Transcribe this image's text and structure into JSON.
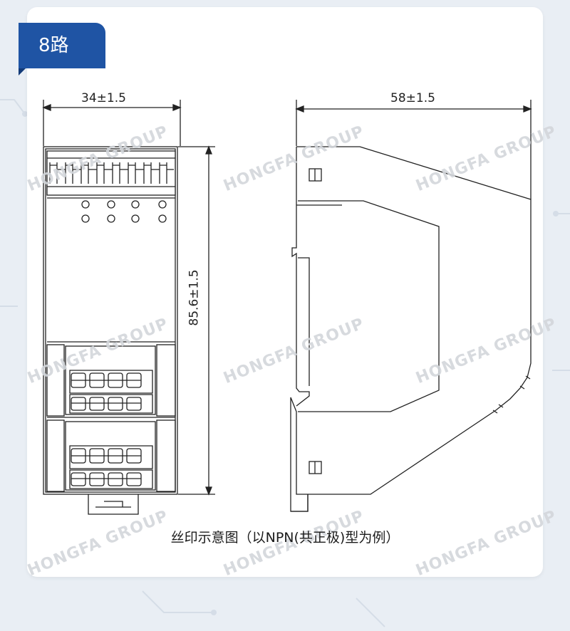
{
  "tab_label": "8路",
  "dim_front_width": "34±1.5",
  "dim_side_width": "58±1.5",
  "dim_height": "85.6±1.5",
  "caption": "丝印示意图（以NPN(共正极)型为例）",
  "watermark": "HONGFA GROUP",
  "colors": {
    "tab": "#1f54a4",
    "line": "#222222",
    "background": "#e9eef4"
  }
}
